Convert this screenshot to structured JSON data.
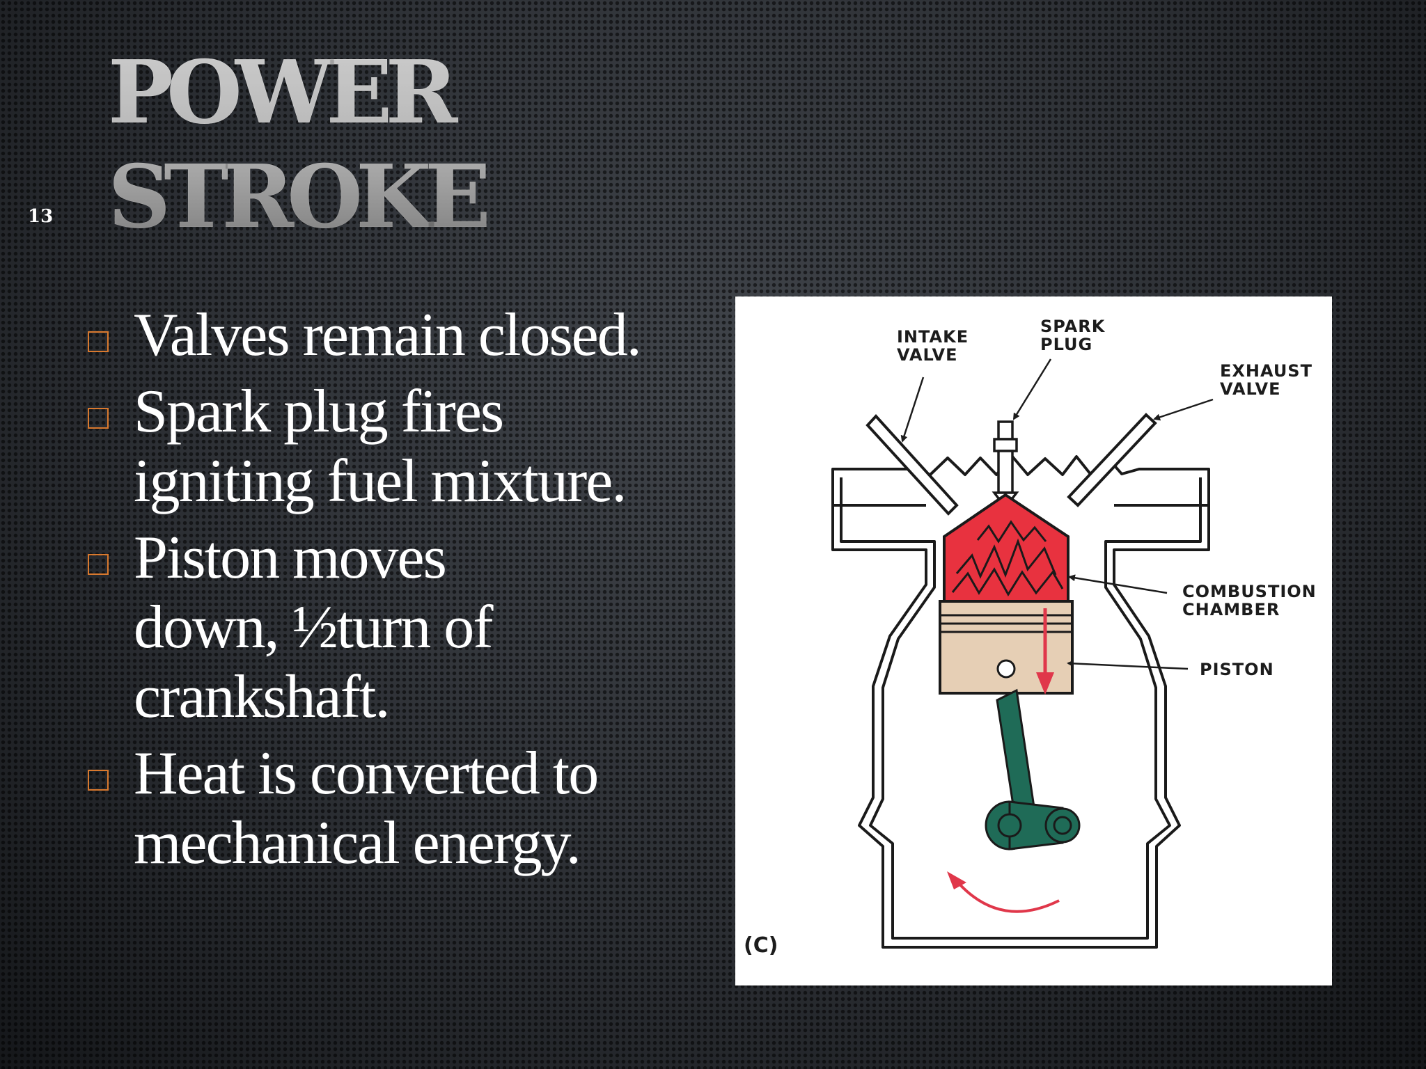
{
  "slide": {
    "number": "13",
    "title_lines": [
      "Power",
      "Stroke"
    ]
  },
  "bullets": [
    "Valves remain closed.",
    "Spark plug fires\nigniting fuel mixture.",
    "Piston moves\ndown, ½turn of\ncrankshaft.",
    "Heat is converted to\nmechanical energy."
  ],
  "diagram": {
    "labels": {
      "intake_valve": [
        "INTAKE",
        "VALVE"
      ],
      "spark_plug": [
        "SPARK",
        "PLUG"
      ],
      "exhaust_valve": [
        "EXHAUST",
        "VALVE"
      ],
      "combustion_chamber": [
        "COMBUSTION",
        "CHAMBER"
      ],
      "piston": "PISTON",
      "panel": "(C)"
    },
    "colors": {
      "combustion": "#e8323f",
      "piston": "#e6cfb5",
      "connecting_rod": "#1f6b57",
      "arrow": "#e0374a",
      "bullet_box": "#d9792e"
    }
  }
}
